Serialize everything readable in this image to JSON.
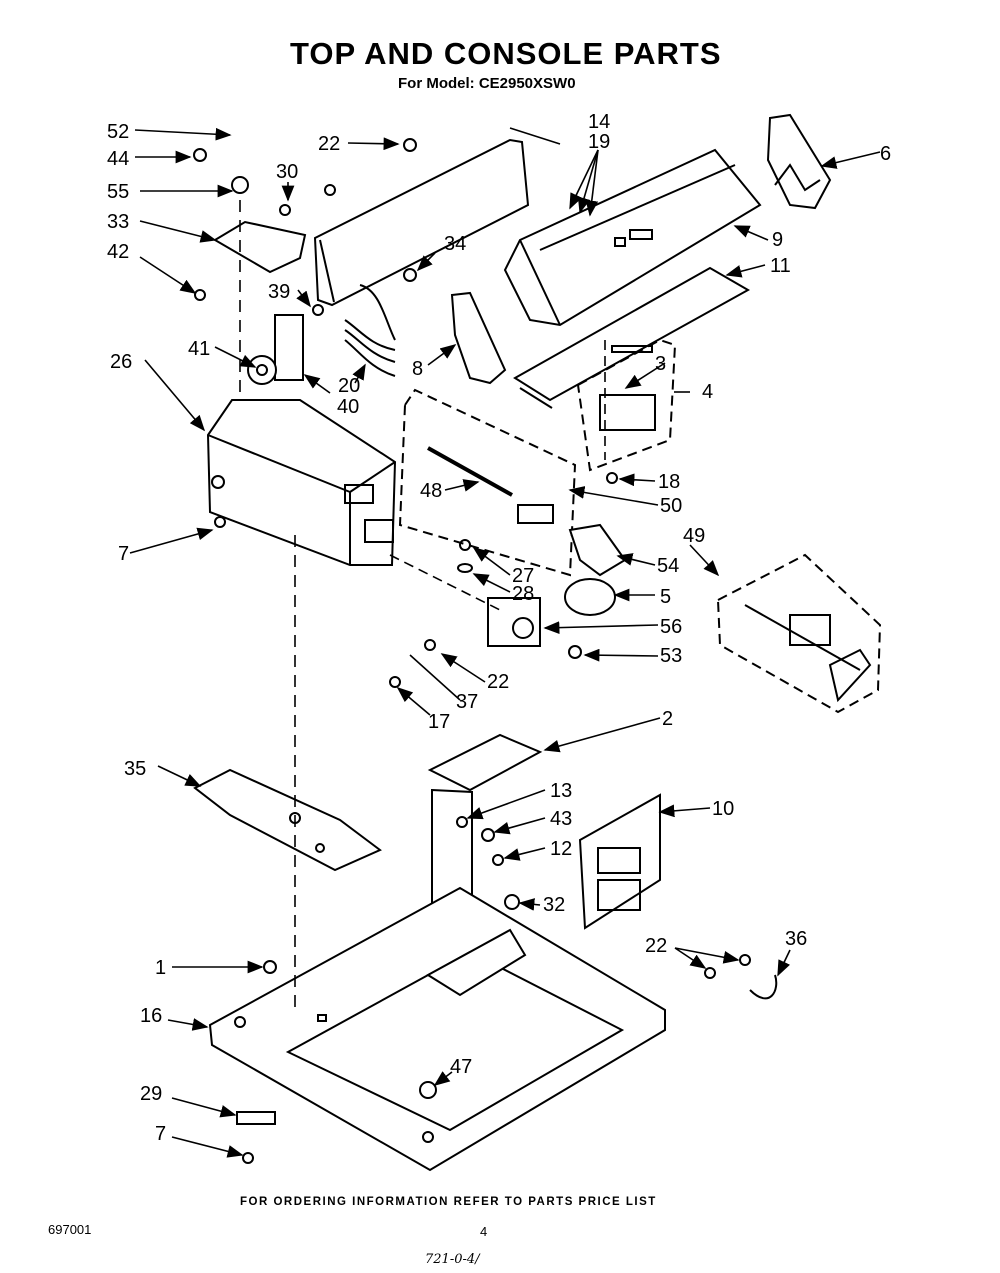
{
  "header": {
    "title": "TOP AND CONSOLE PARTS",
    "subtitle": "For Model: CE2950XSW0"
  },
  "footer": {
    "note": "FOR ORDERING INFORMATION REFER TO PARTS PRICE LIST",
    "doc_number": "697001",
    "page_number": "4",
    "handwritten": "721-0-4/"
  },
  "callouts": {
    "c52": "52",
    "c44": "44",
    "c55": "55",
    "c33": "33",
    "c42": "42",
    "c22a": "22",
    "c30": "30",
    "c14": "14",
    "c19": "19",
    "c6": "6",
    "c34": "34",
    "c9": "9",
    "c11": "11",
    "c39": "39",
    "c41": "41",
    "c26": "26",
    "c20": "20",
    "c40": "40",
    "c8": "8",
    "c3": "3",
    "c4": "4",
    "c18": "18",
    "c48": "48",
    "c50": "50",
    "c7a": "7",
    "c49": "49",
    "c27": "27",
    "c54": "54",
    "c28": "28",
    "c5": "5",
    "c56": "56",
    "c53": "53",
    "c22b": "22",
    "c37": "37",
    "c17": "17",
    "c2": "2",
    "c35": "35",
    "c13": "13",
    "c43": "43",
    "c10": "10",
    "c12": "12",
    "c32": "32",
    "c36": "36",
    "c22c": "22",
    "c1": "1",
    "c16": "16",
    "c47": "47",
    "c29": "29",
    "c7b": "7"
  }
}
